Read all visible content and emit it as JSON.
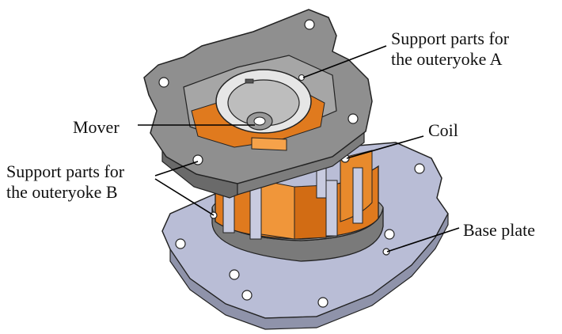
{
  "labels": {
    "support_a_line1": "Support parts for",
    "support_a_line2": "the outeryoke A",
    "mover": "Mover",
    "coil": "Coil",
    "support_b_line1": "Support parts for",
    "support_b_line2": "the outeryoke B",
    "base_plate": "Base plate"
  },
  "colors": {
    "housing": "#8f8f8f",
    "housing_dark": "#5a5a5a",
    "base_plate": "#b9bdd6",
    "coil": "#e07a1e",
    "line": "#000000"
  }
}
